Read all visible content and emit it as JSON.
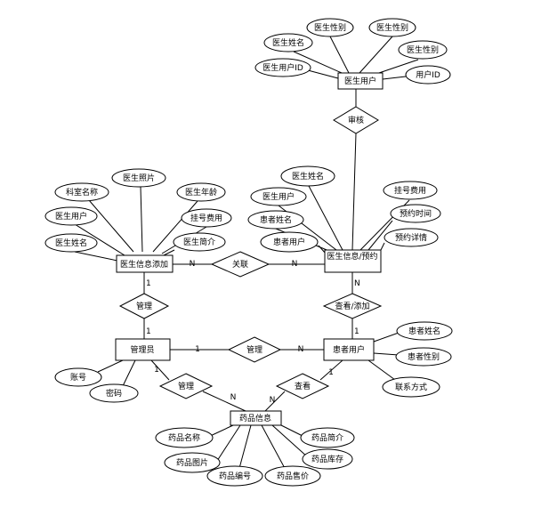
{
  "entities": {
    "doctor_user": "医生用户",
    "doctor_info_add": "医生信息添加",
    "doctor_info_booking": "医生信息/预约",
    "admin": "管理员",
    "patient_user": "患者用户",
    "drug_info": "药品信息"
  },
  "relationships": {
    "review": "审核",
    "associate": "关联",
    "manage_left": "管理",
    "view_add": "查看/添加",
    "manage_mid": "管理",
    "manage_drug": "管理",
    "view_drug": "查看"
  },
  "attributes": {
    "du_gender1": "医生性别",
    "du_gender2": "医生性别",
    "du_name": "医生姓名",
    "du_gender3": "医生性别",
    "du_userid": "医生用户ID",
    "du_id": "用户ID",
    "da_photo": "医生照片",
    "da_dept": "科室名称",
    "da_age": "医生年龄",
    "da_user": "医生用户",
    "da_fee": "挂号费用",
    "da_name": "医生姓名",
    "da_intro": "医生简介",
    "db_name": "医生姓名",
    "db_fee": "挂号费用",
    "db_user": "医生用户",
    "db_patient_name": "患者姓名",
    "db_time": "预约时间",
    "db_patient_user": "患者用户",
    "db_detail": "预约详情",
    "ad_account": "账号",
    "ad_password": "密码",
    "pu_name": "患者姓名",
    "pu_gender": "患者性别",
    "pu_contact": "联系方式",
    "dr_name": "药品名称",
    "dr_intro": "药品简介",
    "dr_image": "药品图片",
    "dr_stock": "药品库存",
    "dr_code": "药品编号",
    "dr_price": "药品售价"
  },
  "cardinality": {
    "associate_left": "N",
    "associate_right": "N",
    "manage_left_top": "1",
    "manage_left_bottom": "1",
    "view_add_top": "N",
    "view_add_bottom": "1",
    "manage_mid_left": "1",
    "manage_mid_right": "N",
    "manage_drug_top": "1",
    "manage_drug_bottom": "N",
    "view_drug_top": "1",
    "view_drug_bottom": "N"
  }
}
